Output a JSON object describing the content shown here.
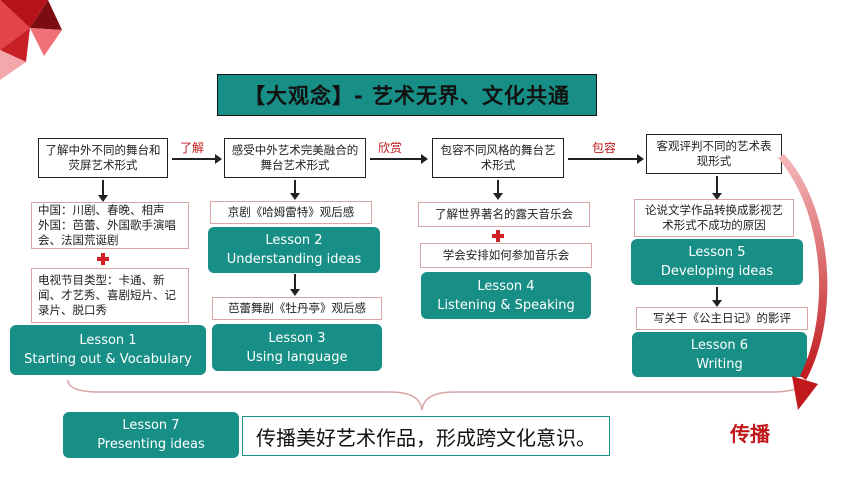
{
  "title": "【大观念】- 艺术无界、文化共通",
  "relations": [
    "了解",
    "欣赏",
    "包容"
  ],
  "columns": [
    {
      "top": "了解中外不同的舞台和荧屏艺术形式",
      "box1": "中国：川剧、春晚、相声\n外国：芭蕾、外国歌手演唱会、法国荒诞剧",
      "box2": "电视节目类型：卡通、新闻、才艺秀、喜剧短片、记录片、脱口秀",
      "lesson": {
        "number": "Lesson 1",
        "name": "Starting out & Vocabulary"
      }
    },
    {
      "top": "感受中外艺术完美融合的舞台艺术形式",
      "box1": "京剧《哈姆雷特》观后感",
      "lesson_a": {
        "number": "Lesson 2",
        "name": "Understanding ideas"
      },
      "box2": "芭蕾舞剧《牡丹亭》观后感",
      "lesson_b": {
        "number": "Lesson 3",
        "name": "Using language"
      }
    },
    {
      "top": "包容不同风格的舞台艺术形式",
      "box1": "了解世界著名的露天音乐会",
      "box2": "学会安排如何参加音乐会",
      "lesson": {
        "number": "Lesson 4",
        "name": "Listening & Speaking"
      }
    },
    {
      "top": "客观评判不同的艺术表现形式",
      "box1": "论说文学作品转换成影视艺术形式不成功的原因",
      "lesson_a": {
        "number": "Lesson 5",
        "name": "Developing ideas"
      },
      "box2": "写关于《公主日记》的影评",
      "lesson_b": {
        "number": "Lesson 6",
        "name": "Writing"
      }
    }
  ],
  "final": {
    "lesson": {
      "number": "Lesson 7",
      "name": "Presenting ideas"
    },
    "statement": "传播美好艺术作品，形成跨文化意识。",
    "spread": "传播"
  },
  "colors": {
    "teal": "#188f86",
    "red": "#c0181b",
    "title_bg": "#188f86"
  }
}
